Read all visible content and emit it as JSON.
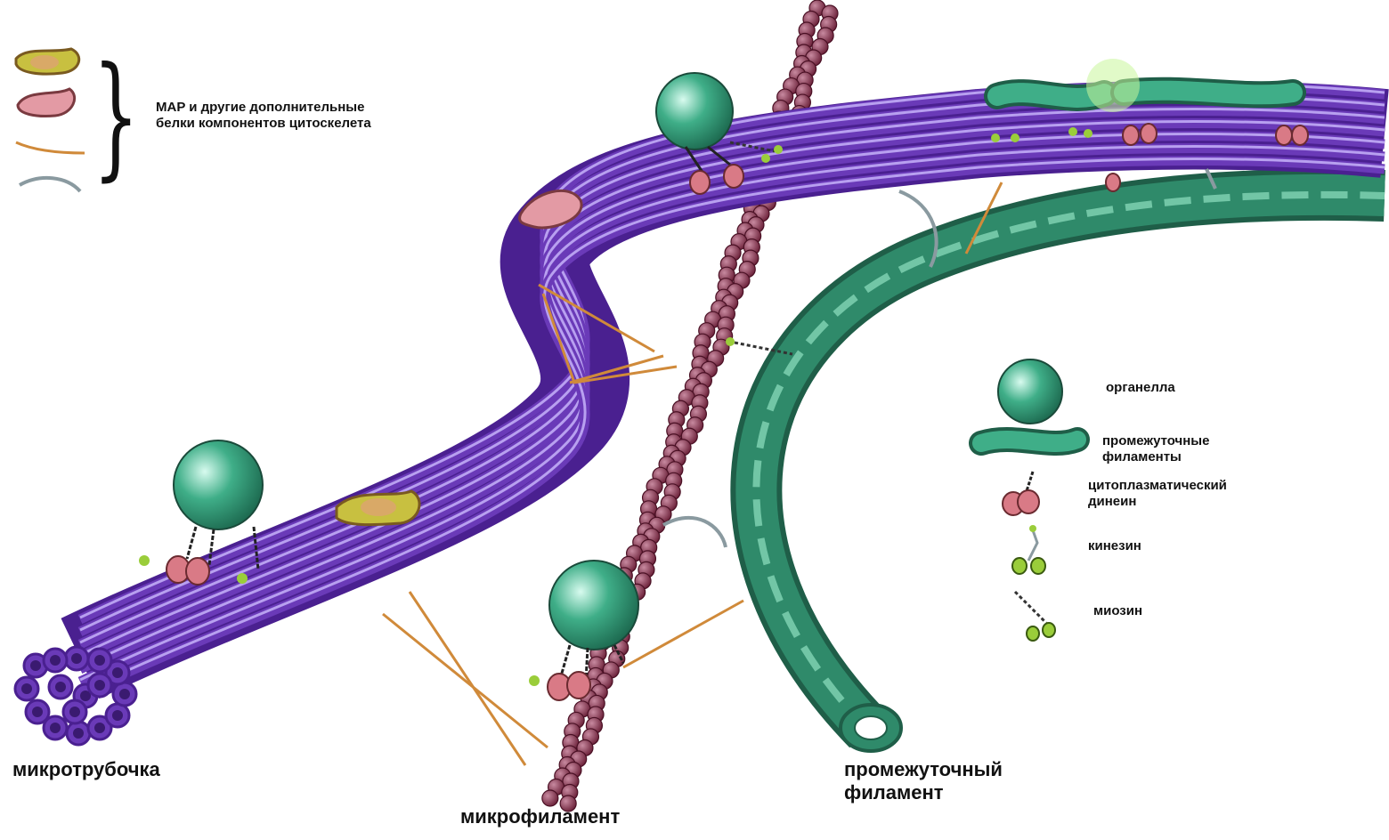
{
  "labels": {
    "map_legend": "MAP и другие дополнительные\nбелки компонентов цитоскелета",
    "organelle": "органелла",
    "intermediate_filaments": "промежуточные\nфиламенты",
    "dynein": "цитоплазматический\nдинеин",
    "kinesin": "кинезин",
    "myosin": "миозин",
    "microtubule": "микротрубочка",
    "microfilament": "микрофиламент",
    "intermediate_filament": "промежуточный\nфиламент"
  },
  "colors": {
    "microtubule": "#6a3ab8",
    "microtubule_dark": "#4a2090",
    "microtubule_light": "#b8a0f0",
    "actin": "#7a2a44",
    "actin_light": "#b86a88",
    "intermediate": "#2f8a6a",
    "intermediate_dark": "#1f5e48",
    "intermediate_light": "#8fe0c0",
    "organelle": "#3aa884",
    "organelle_light": "#c8f5e4",
    "map_orange": "#d08a3a",
    "map_pink": "#d98a9a",
    "map_yellow": "#c8c040",
    "map_gray": "#8a9aa0",
    "motor_pink": "#d97a86",
    "motor_green": "#9acd3a"
  }
}
